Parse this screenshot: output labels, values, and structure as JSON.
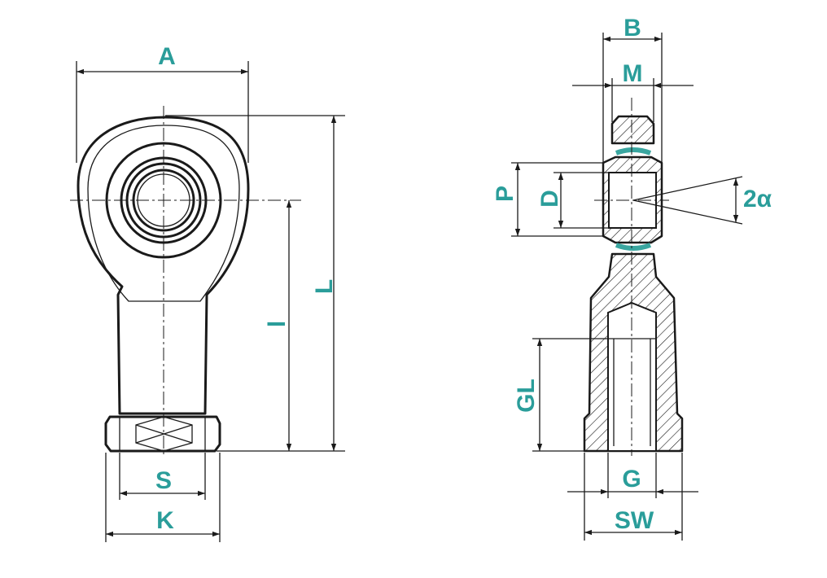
{
  "colors": {
    "label": "#2a9d9a",
    "line": "#1a1a1a",
    "seal": "#3aa6a0",
    "background": "#ffffff"
  },
  "labels": {
    "A": "A",
    "L": "L",
    "l": "l",
    "S": "S",
    "K": "K",
    "B": "B",
    "M": "M",
    "P": "P",
    "D": "D",
    "angle": "2α",
    "GL": "GL",
    "G": "G",
    "SW": "SW"
  }
}
